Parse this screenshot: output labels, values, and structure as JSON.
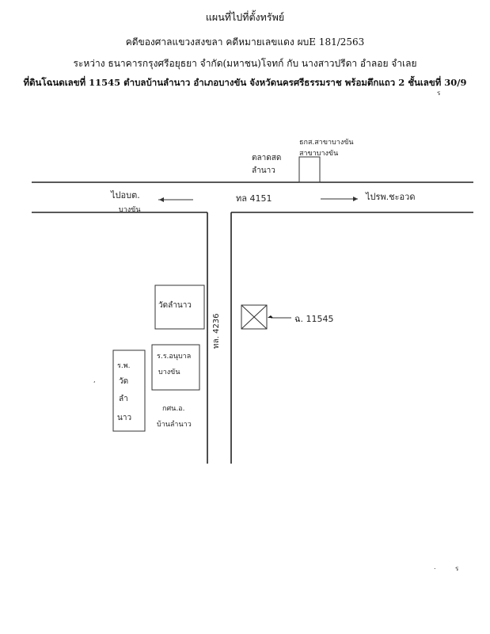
{
  "header": {
    "title": "แผนที่ไปที่ตั้งทรัพย์",
    "court_line": "คดีของศาลแขวงสงขลา คดีหมายเลขแดง ผบE 181/2563",
    "parties_line": "ระหว่าง ธนาคารกรุงศรีอยุธยา จำกัด(มหาชน)โจทก์ กับ นางสาวปรีดา อำลอย จำเลย",
    "property_line": "ที่ดินโฉนดเลขที่ 11545 ตำบลบ้านลำนาว อำเภอบางขัน จังหวัดนครศรีธรรมราช พร้อมตึกแถว 2 ชั้นเลขที่ 30/9"
  },
  "map": {
    "main_road_label": "ทล 4151",
    "left_direction_top": "ไปอบต.",
    "left_direction_bottom": "บางขัน",
    "right_direction": "ไปรพ.ชะอวด",
    "side_road_label": "ทล. 4236",
    "market_top": "ตลาดสด",
    "market_bottom": "ลำนาว",
    "bank_top": "ธกส.สาขาบางขัน",
    "bank_bottom": "สาขาบางขัน",
    "temple": "วัดลำนาว",
    "school_top": "ร.ร.อนุบาล",
    "school_bottom": "บางขัน",
    "hospital_1": "ร.พ.",
    "hospital_2": "วัด",
    "hospital_3": "ลำ",
    "hospital_4": "นาว",
    "health_top": "กศน.อ.",
    "health_bottom": "บ้านลำนาว",
    "parcel_label": "ฉ. 11545"
  }
}
